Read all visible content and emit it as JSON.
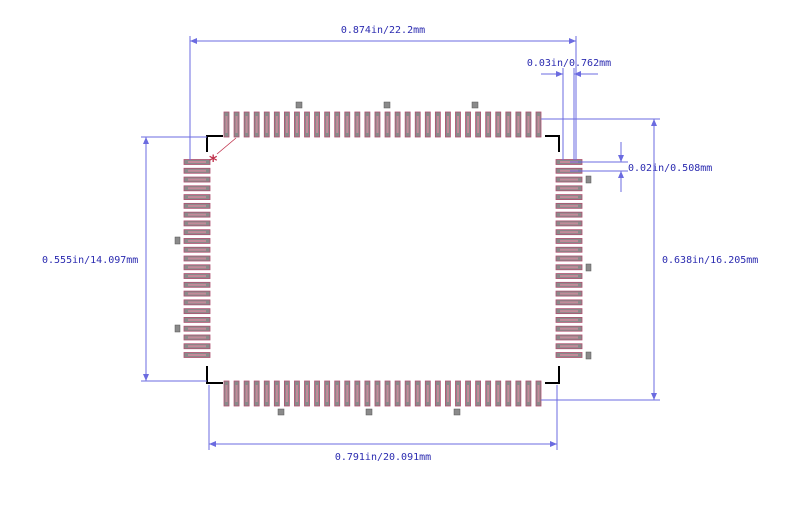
{
  "diagram": {
    "title": "",
    "dimensions": {
      "overall_width": "0.874in/22.2mm",
      "pad_pitch": "0.03in/0.762mm",
      "pad_width": "0.02in/0.508mm",
      "body_height": "0.555in/14.097mm",
      "overall_height": "0.638in/16.205mm",
      "body_width": "0.791in/20.091mm"
    },
    "pin1_marker": "*",
    "pads": {
      "top_count": 32,
      "bottom_count": 32,
      "left_count": 23,
      "right_count": 23
    },
    "colors": {
      "pad_fill": "#8a8a8a",
      "pad_paste": "#c48a9a",
      "pad_outline": "#b05070",
      "dimension": "#6b6be0",
      "dimension_text": "#2b2bb0",
      "pin1_marker": "#c0304a",
      "outline": "#000000"
    }
  }
}
